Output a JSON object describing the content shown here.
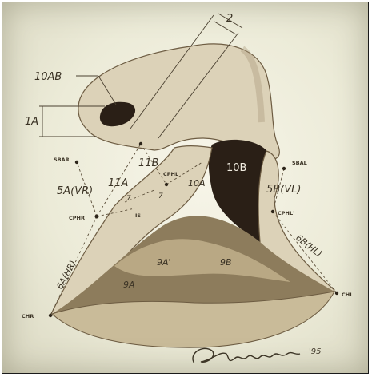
{
  "labels": {
    "l10ab": "10AB",
    "l1a": "1A",
    "l2": "2",
    "sbar": "SBAR",
    "sbal": "SBAL",
    "l11b": "11B",
    "l11a": "11A",
    "l10b": "10B",
    "l10a": "10A",
    "cphl": "CPHL",
    "l5avr": "5A(VR)",
    "l5bvl": "5B(VL)",
    "l7": "7",
    "l7b": "7",
    "cphr": "CPHR",
    "cphlp": "CPHL'",
    "is": "IS",
    "l9a_prime": "9A'",
    "l9b": "9B",
    "l9a": "9A",
    "l6ahr": "6A(HR)",
    "l6bhl": "6B(HL)",
    "chr": "CHR",
    "chl": "CHL",
    "year": "'95"
  },
  "colors": {
    "background": "#ecebd8",
    "ink": "#3b3325",
    "cavity": "#2a1f16",
    "skin": "#dcd2b8"
  }
}
